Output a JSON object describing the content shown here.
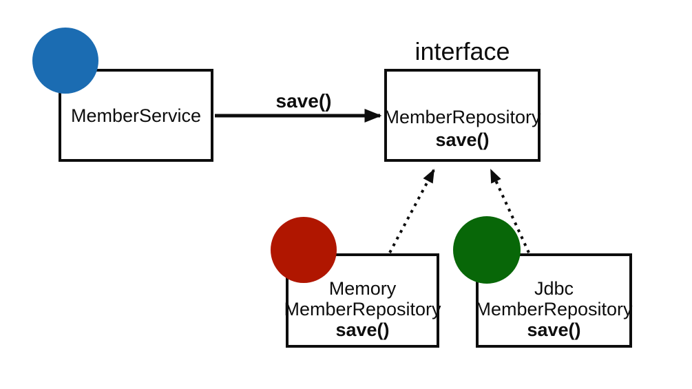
{
  "diagram": {
    "background_color": "#ffffff",
    "line_color": "#0d0d0d",
    "nodes": {
      "member_service": {
        "label": "MemberService",
        "badge_color": "#1b6cb2"
      },
      "member_repository": {
        "stereotype": "interface",
        "name": "MemberRepository",
        "method": "save()"
      },
      "memory_member_repository": {
        "name_line1": "Memory",
        "name_line2": "MemberRepository",
        "method": "save()",
        "badge_color": "#b01600"
      },
      "jdbc_member_repository": {
        "name_line1": "Jdbc",
        "name_line2": "MemberRepository",
        "method": "save()",
        "badge_color": "#086708"
      }
    },
    "edges": {
      "service_to_repository": {
        "label": "save()"
      }
    }
  }
}
